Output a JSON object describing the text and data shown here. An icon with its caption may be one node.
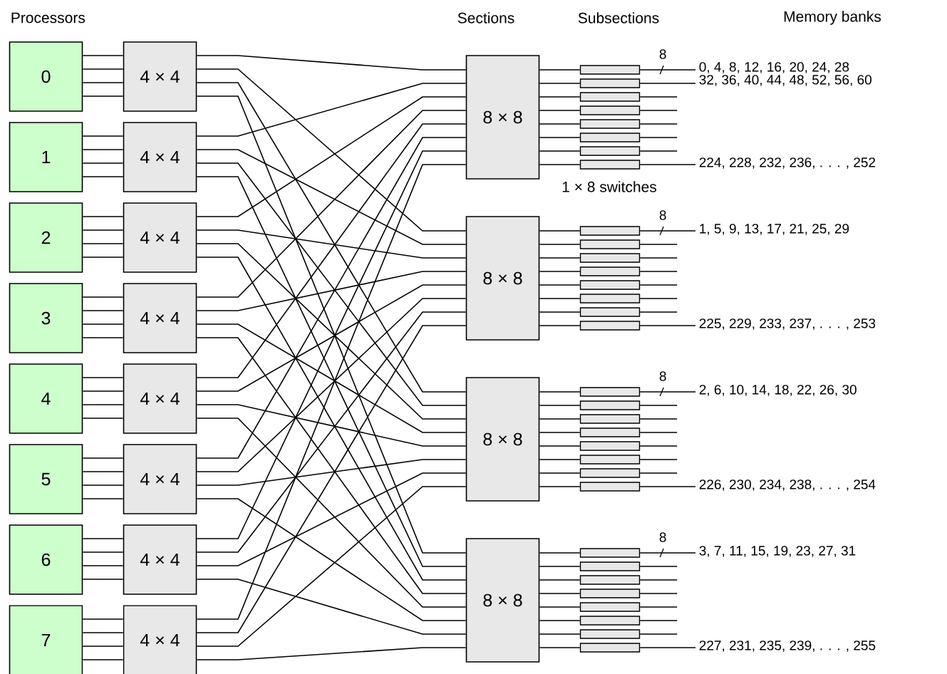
{
  "diagram": {
    "nodes": [
      {
        "text": [
          "0"
        ]
      },
      {
        "text": [
          "1"
        ]
      },
      {
        "text": [
          "2"
        ]
      },
      {
        "text": [
          "3"
        ]
      },
      {
        "text": [
          "4"
        ]
      },
      {
        "text": [
          "5"
        ]
      },
      {
        "text": [
          "6"
        ]
      },
      {
        "text": [
          "7"
        ]
      },
      {
        "text": [
          "4 × 4"
        ]
      },
      {
        "text": [
          "4 × 4"
        ]
      },
      {
        "text": [
          "4 × 4"
        ]
      },
      {
        "text": [
          "4 × 4"
        ]
      },
      {
        "text": [
          "4 × 4"
        ]
      },
      {
        "text": [
          "4 × 4"
        ]
      },
      {
        "text": [
          "4 × 4"
        ]
      },
      {
        "text": [
          "4 × 4"
        ]
      },
      {
        "text": [
          "8 × 8"
        ]
      },
      {
        "text": [
          "8 × 8"
        ]
      },
      {
        "text": [
          "8 × 8"
        ]
      },
      {
        "text": [
          "8 × 8"
        ]
      },
      {
        "text": [],
        "shape": "box"
      },
      {
        "text": [],
        "shape": "box"
      },
      {
        "text": [],
        "shape": "box"
      },
      {
        "text": [],
        "shape": "box"
      },
      {
        "text": [],
        "shape": "box"
      },
      {
        "text": [],
        "shape": "box"
      },
      {
        "text": [],
        "shape": "box"
      },
      {
        "text": [],
        "shape": "box"
      },
      {
        "text": [],
        "shape": "box"
      },
      {
        "text": [],
        "shape": "box"
      },
      {
        "text": [],
        "shape": "box"
      },
      {
        "text": [],
        "shape": "box"
      },
      {
        "text": [],
        "shape": "box"
      },
      {
        "text": [],
        "shape": "box"
      },
      {
        "text": [],
        "shape": "box"
      },
      {
        "text": [],
        "shape": "box"
      },
      {
        "text": [],
        "shape": "box"
      },
      {
        "text": [],
        "shape": "box"
      },
      {
        "text": [],
        "shape": "box"
      },
      {
        "text": [],
        "shape": "box"
      },
      {
        "text": [],
        "shape": "box"
      },
      {
        "text": [],
        "shape": "box"
      },
      {
        "text": [],
        "shape": "box"
      },
      {
        "text": [],
        "shape": "box"
      },
      {
        "text": [],
        "shape": "box"
      },
      {
        "text": [],
        "shape": "box"
      },
      {
        "text": [],
        "shape": "box"
      },
      {
        "text": [],
        "shape": "box"
      },
      {
        "text": [],
        "shape": "box"
      },
      {
        "text": [],
        "shape": "box"
      },
      {
        "text": [],
        "shape": "box"
      },
      {
        "text": [],
        "shape": "box"
      },
      {
        "text": [
          "0, 4, 8, 12, 16, 20, 24, 28"
        ]
      },
      {
        "text": [
          "32, 36, 40, 44, 48, 52, 56, 60"
        ]
      },
      {
        "text": [
          "224, 228, 232, 236, . . . , 252"
        ]
      },
      {
        "text": [
          "1, 5, 9, 13, 17, 21, 25, 29"
        ]
      },
      {
        "text": [
          "225, 229, 233, 237, . . . , 253"
        ]
      },
      {
        "text": [
          "2, 6, 10, 14, 18, 22, 26, 30"
        ]
      },
      {
        "text": [
          "226, 230, 234, 238, . . . , 254"
        ]
      },
      {
        "text": [
          "3, 7, 11, 15, 19, 23, 27, 31"
        ]
      },
      {
        "text": [
          "227, 231, 235, 239, . . . , 255"
        ]
      }
    ],
    "edges": [
      {
        "from": 0,
        "to": 8,
        "arrow": "none"
      },
      {
        "from": 0,
        "to": 8,
        "arrow": "none"
      },
      {
        "from": 0,
        "to": 8,
        "arrow": "none"
      },
      {
        "from": 0,
        "to": 8,
        "arrow": "none"
      },
      {
        "from": 1,
        "to": 9,
        "arrow": "none"
      },
      {
        "from": 1,
        "to": 9,
        "arrow": "none"
      },
      {
        "from": 1,
        "to": 9,
        "arrow": "none"
      },
      {
        "from": 1,
        "to": 9,
        "arrow": "none"
      },
      {
        "from": 2,
        "to": 10,
        "arrow": "none"
      },
      {
        "from": 2,
        "to": 10,
        "arrow": "none"
      },
      {
        "from": 2,
        "to": 10,
        "arrow": "none"
      },
      {
        "from": 2,
        "to": 10,
        "arrow": "none"
      },
      {
        "from": 3,
        "to": 11,
        "arrow": "none"
      },
      {
        "from": 3,
        "to": 11,
        "arrow": "none"
      },
      {
        "from": 3,
        "to": 11,
        "arrow": "none"
      },
      {
        "from": 3,
        "to": 11,
        "arrow": "none"
      },
      {
        "from": 4,
        "to": 12,
        "arrow": "none"
      },
      {
        "from": 4,
        "to": 12,
        "arrow": "none"
      },
      {
        "from": 4,
        "to": 12,
        "arrow": "none"
      },
      {
        "from": 4,
        "to": 12,
        "arrow": "none"
      },
      {
        "from": 5,
        "to": 13,
        "arrow": "none"
      },
      {
        "from": 5,
        "to": 13,
        "arrow": "none"
      },
      {
        "from": 5,
        "to": 13,
        "arrow": "none"
      },
      {
        "from": 5,
        "to": 13,
        "arrow": "none"
      },
      {
        "from": 6,
        "to": 14,
        "arrow": "none"
      },
      {
        "from": 6,
        "to": 14,
        "arrow": "none"
      },
      {
        "from": 6,
        "to": 14,
        "arrow": "none"
      },
      {
        "from": 6,
        "to": 14,
        "arrow": "none"
      },
      {
        "from": 7,
        "to": 15,
        "arrow": "none"
      },
      {
        "from": 7,
        "to": 15,
        "arrow": "none"
      },
      {
        "from": 7,
        "to": 15,
        "arrow": "none"
      },
      {
        "from": 7,
        "to": 15,
        "arrow": "none"
      },
      {
        "from": 8,
        "to": 16,
        "arrow": "none"
      },
      {
        "from": 8,
        "to": 17,
        "arrow": "none"
      },
      {
        "from": 8,
        "to": 18,
        "arrow": "none"
      },
      {
        "from": 8,
        "to": 19,
        "arrow": "none"
      },
      {
        "from": 9,
        "to": 16,
        "arrow": "none"
      },
      {
        "from": 9,
        "to": 17,
        "arrow": "none"
      },
      {
        "from": 9,
        "to": 18,
        "arrow": "none"
      },
      {
        "from": 9,
        "to": 19,
        "arrow": "none"
      },
      {
        "from": 10,
        "to": 16,
        "arrow": "none"
      },
      {
        "from": 10,
        "to": 17,
        "arrow": "none"
      },
      {
        "from": 10,
        "to": 18,
        "arrow": "none"
      },
      {
        "from": 10,
        "to": 19,
        "arrow": "none"
      },
      {
        "from": 11,
        "to": 16,
        "arrow": "none"
      },
      {
        "from": 11,
        "to": 17,
        "arrow": "none"
      },
      {
        "from": 11,
        "to": 18,
        "arrow": "none"
      },
      {
        "from": 11,
        "to": 19,
        "arrow": "none"
      },
      {
        "from": 12,
        "to": 16,
        "arrow": "none"
      },
      {
        "from": 12,
        "to": 17,
        "arrow": "none"
      },
      {
        "from": 12,
        "to": 18,
        "arrow": "none"
      },
      {
        "from": 12,
        "to": 19,
        "arrow": "none"
      },
      {
        "from": 13,
        "to": 16,
        "arrow": "none"
      },
      {
        "from": 13,
        "to": 17,
        "arrow": "none"
      },
      {
        "from": 13,
        "to": 18,
        "arrow": "none"
      },
      {
        "from": 13,
        "to": 19,
        "arrow": "none"
      },
      {
        "from": 14,
        "to": 16,
        "arrow": "none"
      },
      {
        "from": 14,
        "to": 17,
        "arrow": "none"
      },
      {
        "from": 14,
        "to": 18,
        "arrow": "none"
      },
      {
        "from": 14,
        "to": 19,
        "arrow": "none"
      },
      {
        "from": 15,
        "to": 16,
        "arrow": "none"
      },
      {
        "from": 15,
        "to": 17,
        "arrow": "none"
      },
      {
        "from": 15,
        "to": 18,
        "arrow": "none"
      },
      {
        "from": 15,
        "to": 19,
        "arrow": "none"
      },
      {
        "from": 16,
        "to": 20,
        "arrow": "none"
      },
      {
        "from": 16,
        "to": 21,
        "arrow": "none"
      },
      {
        "from": 16,
        "to": 22,
        "arrow": "none"
      },
      {
        "from": 16,
        "to": 23,
        "arrow": "none"
      },
      {
        "from": 16,
        "to": 24,
        "arrow": "none"
      },
      {
        "from": 16,
        "to": 25,
        "arrow": "none"
      },
      {
        "from": 16,
        "to": 26,
        "arrow": "none"
      },
      {
        "from": 16,
        "to": 27,
        "arrow": "none"
      },
      {
        "from": 17,
        "to": 28,
        "arrow": "none"
      },
      {
        "from": 17,
        "to": 29,
        "arrow": "none"
      },
      {
        "from": 17,
        "to": 30,
        "arrow": "none"
      },
      {
        "from": 17,
        "to": 31,
        "arrow": "none"
      },
      {
        "from": 17,
        "to": 32,
        "arrow": "none"
      },
      {
        "from": 17,
        "to": 33,
        "arrow": "none"
      },
      {
        "from": 17,
        "to": 34,
        "arrow": "none"
      },
      {
        "from": 17,
        "to": 35,
        "arrow": "none"
      },
      {
        "from": 18,
        "to": 36,
        "arrow": "none"
      },
      {
        "from": 18,
        "to": 37,
        "arrow": "none"
      },
      {
        "from": 18,
        "to": 38,
        "arrow": "none"
      },
      {
        "from": 18,
        "to": 39,
        "arrow": "none"
      },
      {
        "from": 18,
        "to": 40,
        "arrow": "none"
      },
      {
        "from": 18,
        "to": 41,
        "arrow": "none"
      },
      {
        "from": 18,
        "to": 42,
        "arrow": "none"
      },
      {
        "from": 18,
        "to": 43,
        "arrow": "none"
      },
      {
        "from": 19,
        "to": 44,
        "arrow": "none"
      },
      {
        "from": 19,
        "to": 45,
        "arrow": "none"
      },
      {
        "from": 19,
        "to": 46,
        "arrow": "none"
      },
      {
        "from": 19,
        "to": 47,
        "arrow": "none"
      },
      {
        "from": 19,
        "to": 48,
        "arrow": "none"
      },
      {
        "from": 19,
        "to": 49,
        "arrow": "none"
      },
      {
        "from": 19,
        "to": 50,
        "arrow": "none"
      },
      {
        "from": 19,
        "to": 51,
        "arrow": "none"
      },
      {
        "from": 20,
        "to": 52,
        "arrow": "none",
        "label": "8"
      },
      {
        "from": 21,
        "to": 53,
        "arrow": "none"
      },
      {
        "from": 22,
        "to": null,
        "arrow": "none"
      },
      {
        "from": 23,
        "to": null,
        "arrow": "none"
      },
      {
        "from": 24,
        "to": null,
        "arrow": "none"
      },
      {
        "from": 25,
        "to": null,
        "arrow": "none"
      },
      {
        "from": 26,
        "to": null,
        "arrow": "none"
      },
      {
        "from": 27,
        "to": 54,
        "arrow": "none"
      },
      {
        "from": 28,
        "to": 55,
        "arrow": "none",
        "label": "8"
      },
      {
        "from": 29,
        "to": null,
        "arrow": "none"
      },
      {
        "from": 30,
        "to": null,
        "arrow": "none"
      },
      {
        "from": 31,
        "to": null,
        "arrow": "none"
      },
      {
        "from": 32,
        "to": null,
        "arrow": "none"
      },
      {
        "from": 33,
        "to": null,
        "arrow": "none"
      },
      {
        "from": 34,
        "to": null,
        "arrow": "none"
      },
      {
        "from": 35,
        "to": 56,
        "arrow": "none"
      },
      {
        "from": 36,
        "to": 57,
        "arrow": "none",
        "label": "8"
      },
      {
        "from": 37,
        "to": null,
        "arrow": "none"
      },
      {
        "from": 38,
        "to": null,
        "arrow": "none"
      },
      {
        "from": 39,
        "to": null,
        "arrow": "none"
      },
      {
        "from": 40,
        "to": null,
        "arrow": "none"
      },
      {
        "from": 41,
        "to": null,
        "arrow": "none"
      },
      {
        "from": 42,
        "to": null,
        "arrow": "none"
      },
      {
        "from": 43,
        "to": 58,
        "arrow": "none"
      },
      {
        "from": 44,
        "to": 59,
        "arrow": "none",
        "label": "8"
      },
      {
        "from": 45,
        "to": null,
        "arrow": "none"
      },
      {
        "from": 46,
        "to": null,
        "arrow": "none"
      },
      {
        "from": 47,
        "to": null,
        "arrow": "none"
      },
      {
        "from": 48,
        "to": null,
        "arrow": "none"
      },
      {
        "from": 49,
        "to": null,
        "arrow": "none"
      },
      {
        "from": 50,
        "to": null,
        "arrow": "none"
      },
      {
        "from": 51,
        "to": 60,
        "arrow": "none"
      }
    ],
    "labels": [
      "Processors",
      "Sections",
      "Subsections",
      "Memory banks",
      "1 × 8 switches"
    ]
  }
}
